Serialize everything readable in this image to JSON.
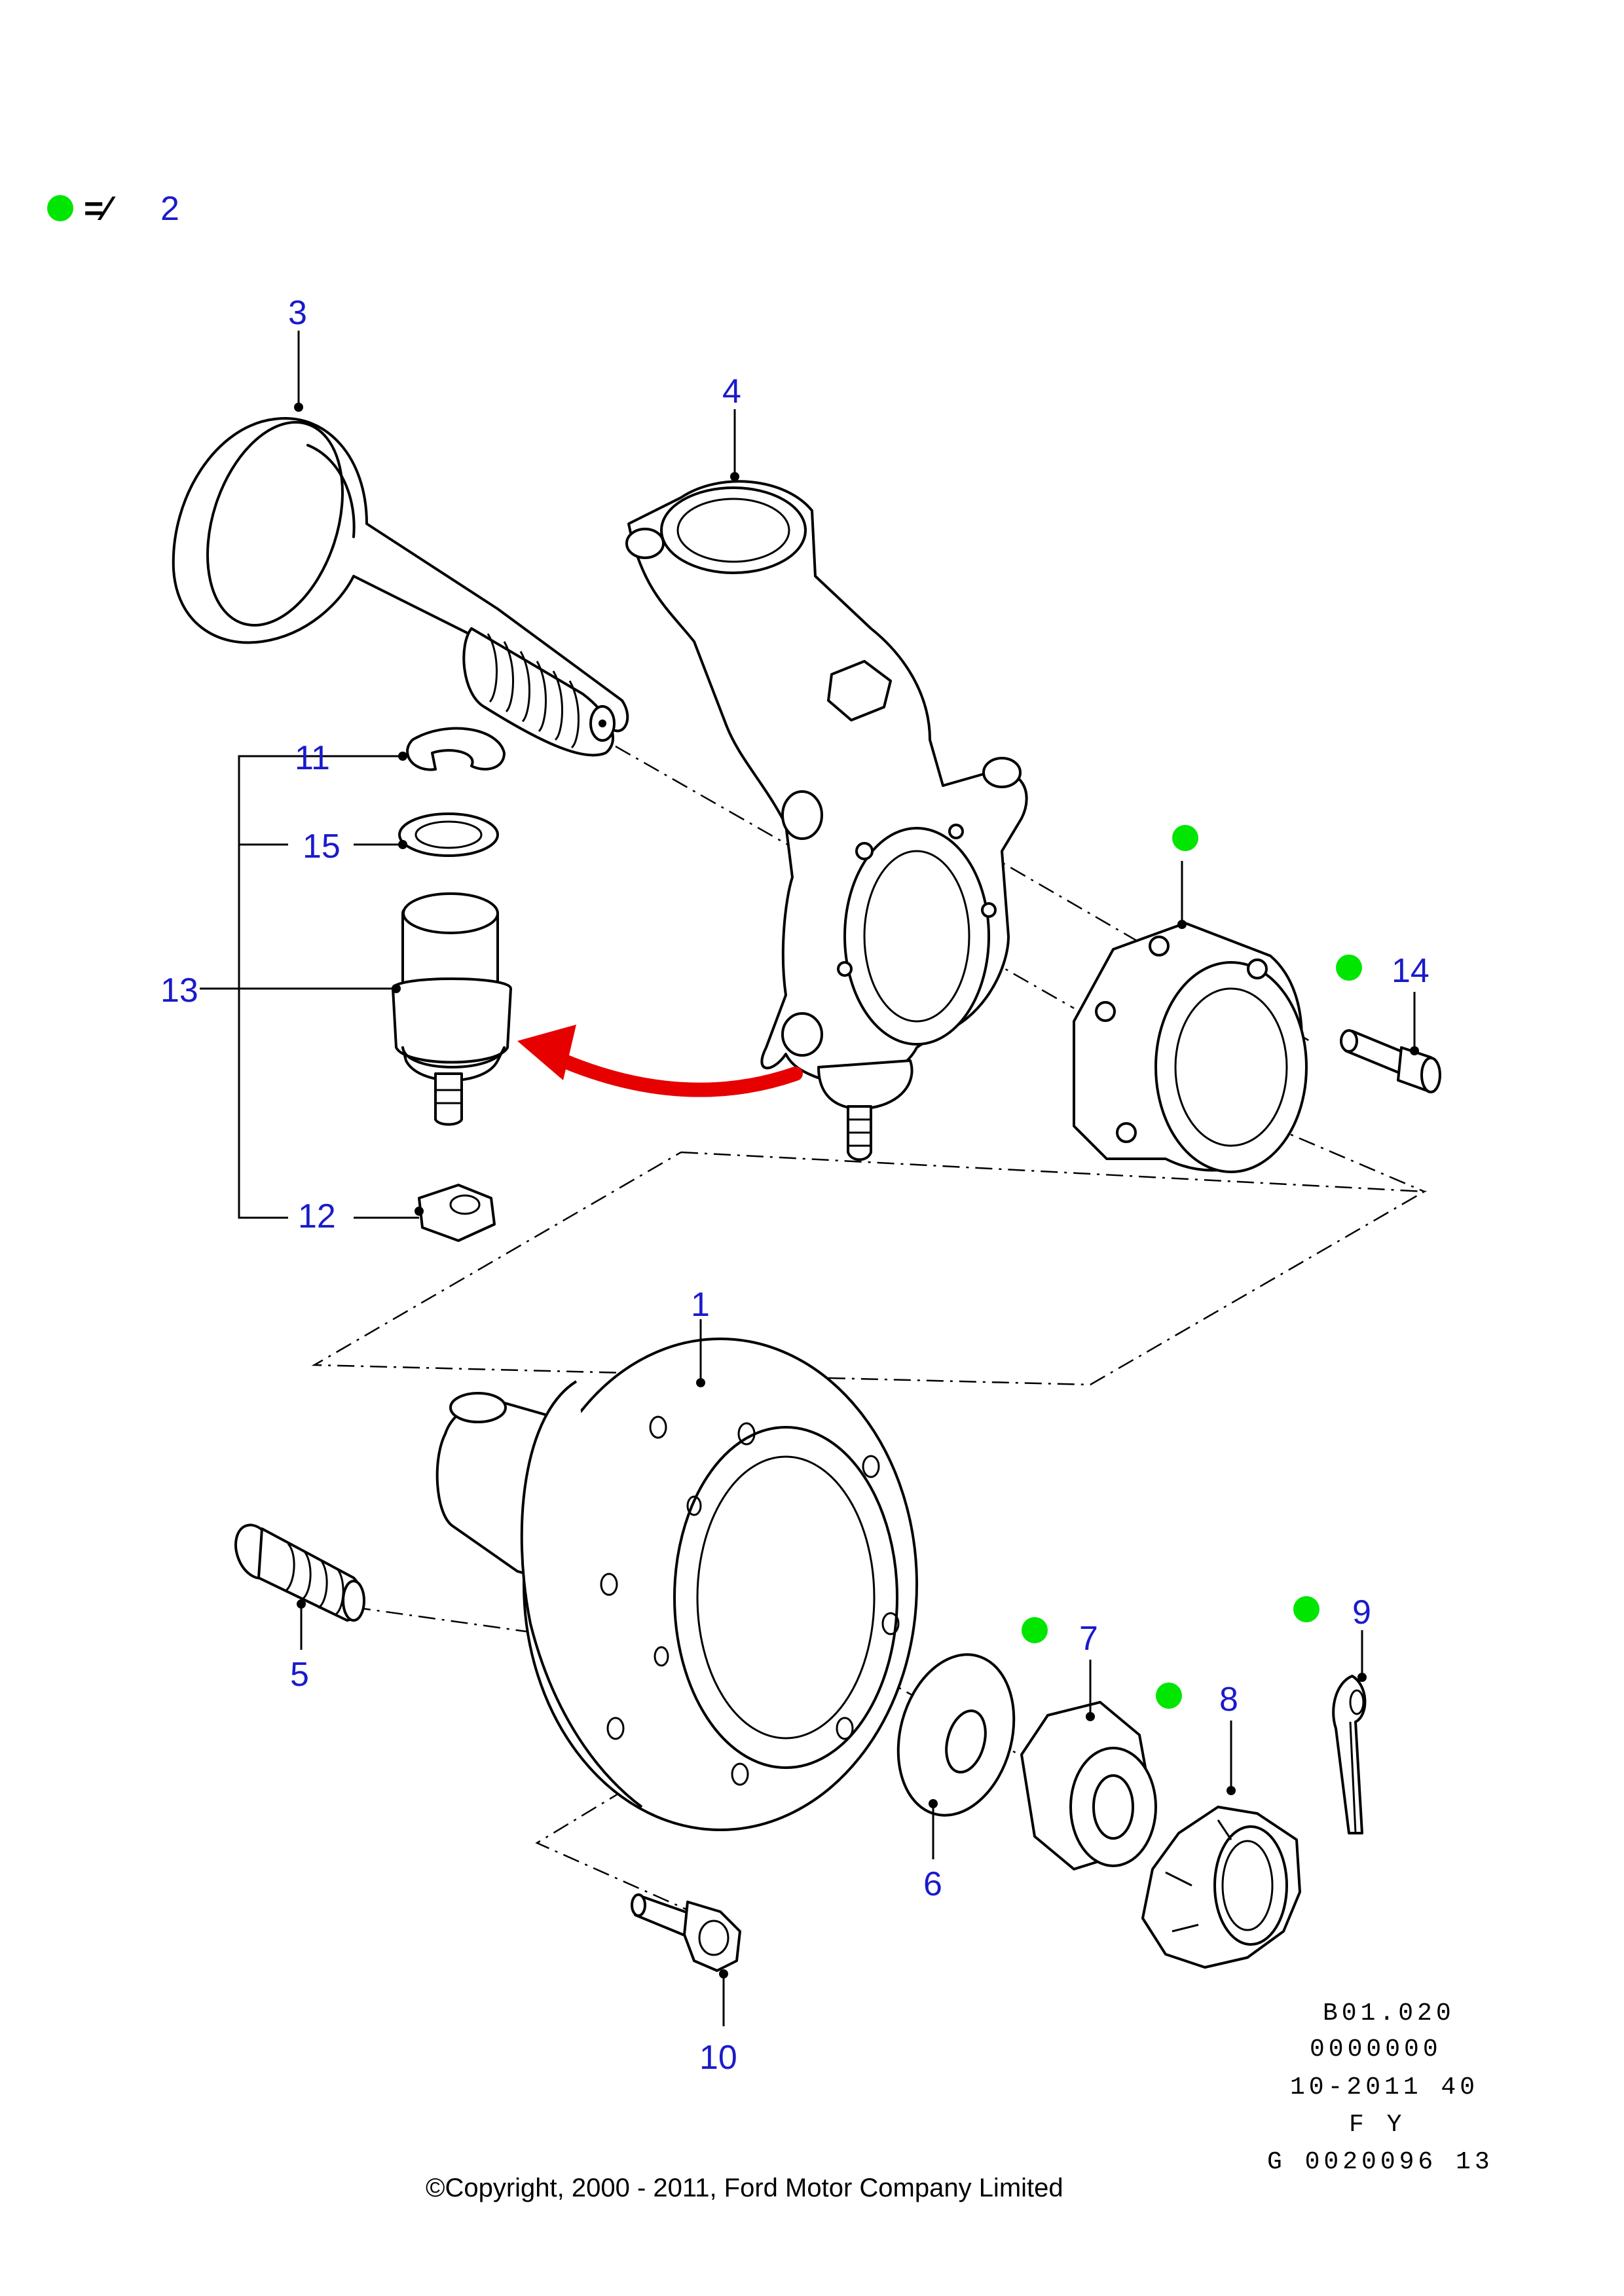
{
  "legend": {
    "symbol": "=∕",
    "label": "2",
    "marker_color": "#00e600"
  },
  "callouts": {
    "c1": "1",
    "c3": "3",
    "c4": "4",
    "c5": "5",
    "c6": "6",
    "c7": "7",
    "c8": "8",
    "c9": "9",
    "c10": "10",
    "c11": "11",
    "c12": "12",
    "c13": "13",
    "c14": "14",
    "c15": "15"
  },
  "footer_codes": [
    "B01.020",
    "0000000",
    "10-2011 40",
    "F Y",
    "G 0020096 13"
  ],
  "copyright": "©Copyright, 2000 - 2011, Ford Motor Company Limited",
  "colors": {
    "callout_text": "#1a1acc",
    "arrow": "#e60000",
    "marker": "#00e600",
    "line": "#000000"
  }
}
